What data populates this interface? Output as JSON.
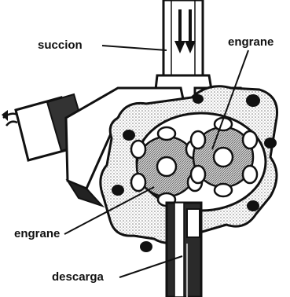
{
  "labels": {
    "succion": "succion",
    "engrane_top": "engrane",
    "engrane_bottom": "engrane",
    "descarga": "descarga"
  },
  "colors": {
    "ink": "#111111",
    "stipple": "#8a8a8a",
    "background": "#ffffff"
  }
}
